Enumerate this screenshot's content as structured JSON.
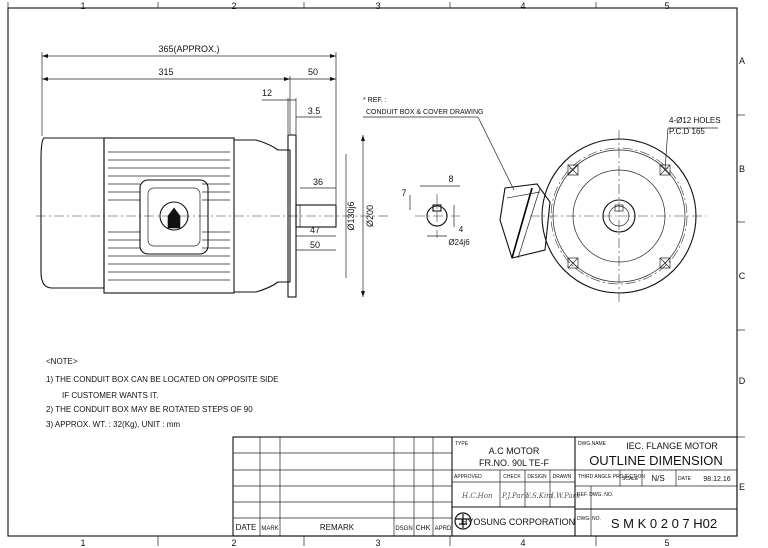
{
  "grid": {
    "columns": [
      "1",
      "2",
      "3",
      "4",
      "5"
    ],
    "rows": [
      "A",
      "B",
      "C",
      "D",
      "E"
    ]
  },
  "dimensions": {
    "overall_length": "365(APPROX.)",
    "body_length": "315",
    "shaft_length": "50",
    "flange_spigot": "12",
    "flange_thickness": "3.5",
    "shaft_offset": "36",
    "spigot_dia": "Ø130j6",
    "flange_dia": "Ø200",
    "shoulder_47": "47",
    "shoulder_50": "50",
    "key_width": "8",
    "key_depth": "7",
    "key_height": "4",
    "shaft_dia": "Ø24j6"
  },
  "annotations": {
    "ref_label": "* REF. :",
    "ref_desc": "CONDUIT BOX & COVER DRAWING",
    "holes": "4-Ø12 HOLES",
    "pcd": "P.C.D 165"
  },
  "notes": {
    "heading": "<NOTE>",
    "items": [
      "1) THE CONDUIT BOX CAN BE LOCATED ON OPPOSITE SIDE",
      "IF CUSTOMER WANTS IT.",
      "2) THE CONDUIT BOX MAY BE ROTATED STEPS OF 90",
      "3) APPROX. WT. : 32(Kg), UNIT : mm"
    ]
  },
  "title_block": {
    "rev_headers": [
      "DATE",
      "MARK",
      "REMARK",
      "DSGN",
      "CHK",
      "APRD"
    ],
    "type_label": "TYPE",
    "type_line1": "A.C MOTOR",
    "type_line2": "FR.NO. 90L TE-F",
    "dwg_name_label": "DWG.NAME",
    "dwg_name_line1": "IEC. FLANGE MOTOR",
    "dwg_name_line2": "OUTLINE DIMENSION",
    "approved": "APPROVED",
    "check": "CHECK",
    "design": "DESIGN",
    "drawn": "DRAWN",
    "projection": "THIRD ANGLE PROJECTION",
    "scale_label": "SCALE",
    "scale_value": "N/S",
    "date_label": "DATE",
    "date_value": "98.12.16",
    "ref_dwg": "REF. DWG. NO.",
    "company": "HYOSUNG CORPORATION",
    "dwg_no_label": "DWG. NO.",
    "dwg_no": "S M K 0 2 0 7 H02",
    "signatures": [
      "H.C.Hon",
      "P.J.Park",
      "Y.S.Kim",
      "I.W.Park"
    ]
  }
}
